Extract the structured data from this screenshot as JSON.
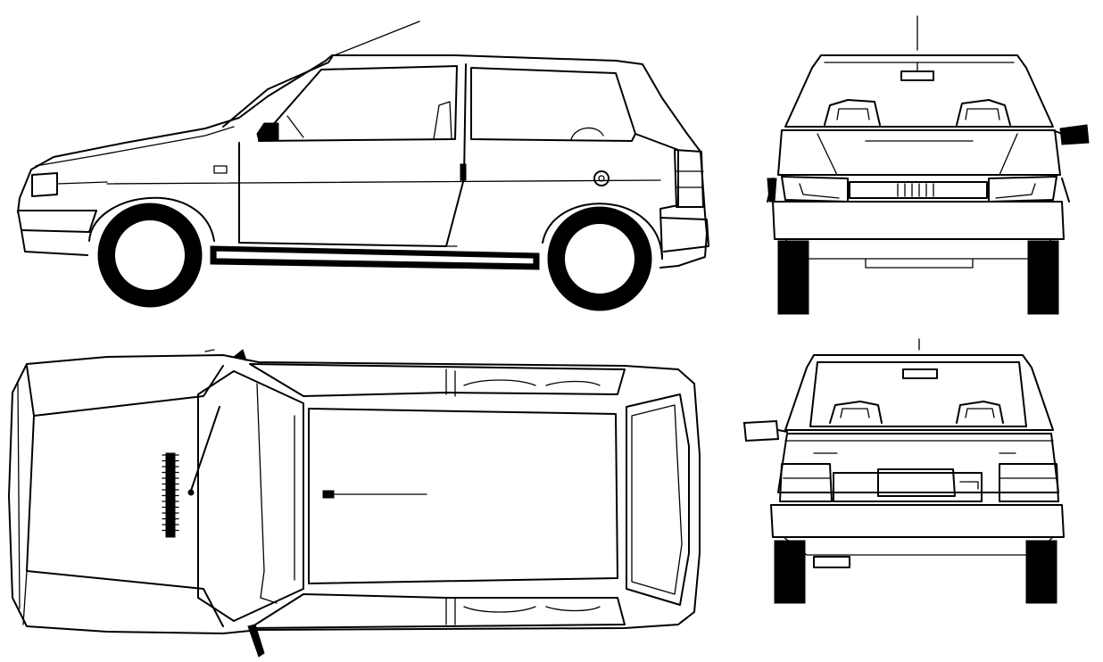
{
  "drawing": {
    "views": [
      {
        "id": "side",
        "icon": "car-side-profile"
      },
      {
        "id": "top",
        "icon": "car-top-plan"
      },
      {
        "id": "front",
        "icon": "car-front-elevation"
      },
      {
        "id": "rear",
        "icon": "car-rear-elevation"
      }
    ],
    "colors": {
      "line": "#000000",
      "background": "#ffffff"
    }
  }
}
